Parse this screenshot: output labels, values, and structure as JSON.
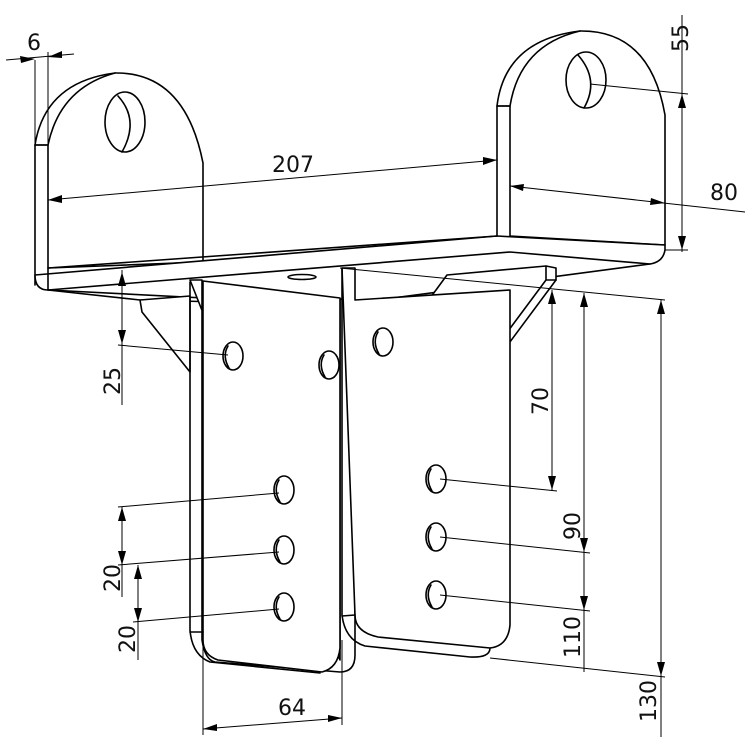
{
  "drawing": {
    "title": "Bracket isometric technical drawing",
    "line_color": "#000000",
    "background": "#ffffff"
  },
  "dimensions": {
    "plate_thickness": "6",
    "ear_hole_height": "55",
    "overall_width": "207",
    "ear_depth": "80",
    "top_to_first_hole": "25",
    "gusset_to_hole": "70",
    "hole_spacing_left_1": "20",
    "hole_spacing_left_2": "20",
    "right_hole_2": "90",
    "right_hole_3": "110",
    "overall_height": "130",
    "leg_width": "64"
  }
}
